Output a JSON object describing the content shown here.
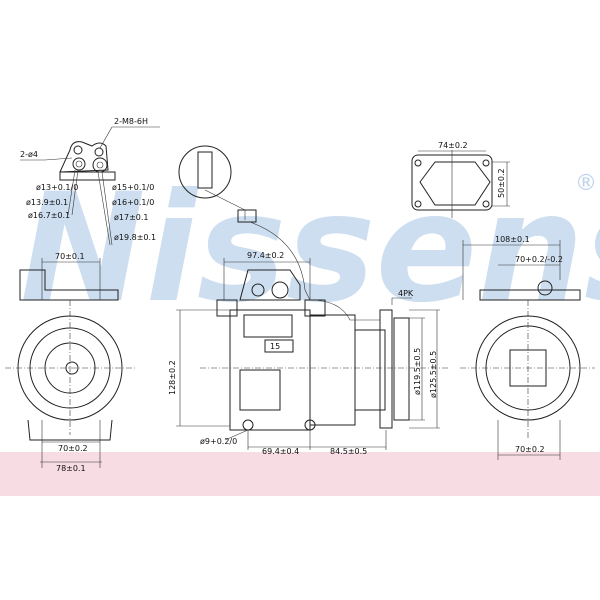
{
  "watermark": {
    "text": "Nissens",
    "trademark": "®",
    "color": "#bcd3ea"
  },
  "band_color": "#f7dde3",
  "top_left_view": {
    "labels": [
      "2-M8-6H",
      "2-ø4",
      "ø13+0.1/0",
      "ø13.9±0.1",
      "ø16.7±0.1",
      "ø15+0.1/0",
      "ø16+0.1/0",
      "ø17±0.1",
      "ø19.8±0.1"
    ]
  },
  "flange_view": {
    "width_label": "74±0.2",
    "height_label": "50±0.2"
  },
  "left_view": {
    "top_label": "70±0.1",
    "bottom_label": "70±0.2",
    "bottom2_label": "78±0.1"
  },
  "side_view": {
    "top_label": "97.4±0.2",
    "height_label": "128±0.2",
    "part_label": "15",
    "belt_label": "4PK",
    "d1_label": "ø119.5±0.5",
    "d2_label": "ø125.5±0.5",
    "hole_label": "ø9+0.2/0",
    "len1_label": "69.4±0.4",
    "len2_label": "84.5±0.5"
  },
  "right_view": {
    "top_label": "108±0.1",
    "top2_label": "70+0.2/-0.2",
    "bottom_label": "70±0.2"
  }
}
